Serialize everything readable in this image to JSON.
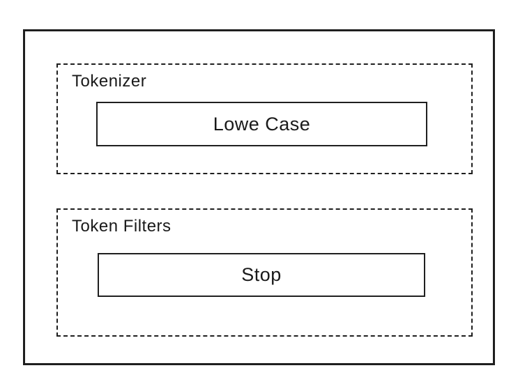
{
  "diagram": {
    "sections": [
      {
        "label": "Tokenizer",
        "item": "Lowe Case"
      },
      {
        "label": "Token Filters",
        "item": "Stop"
      }
    ],
    "colors": {
      "stroke": "#1f1f1f",
      "text": "#1a1a1a",
      "background": "#ffffff"
    }
  }
}
